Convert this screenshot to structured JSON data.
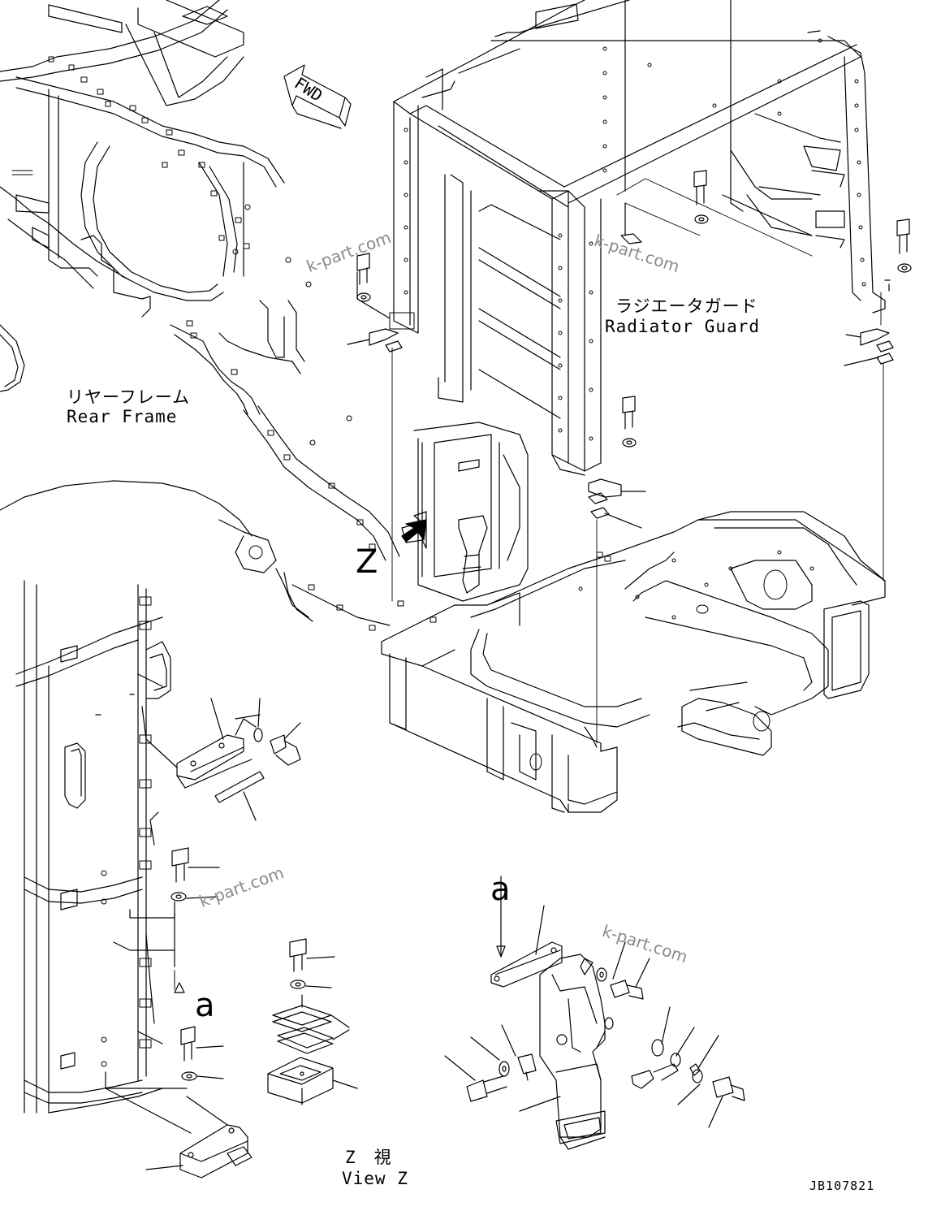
{
  "labels": {
    "fwd": "FWD",
    "radiator_guard_jp": "ラジエータガード",
    "radiator_guard_en": "Radiator Guard",
    "rear_frame_jp": "リヤーフレーム",
    "rear_frame_en": "Rear Frame",
    "view_marker": "Z",
    "view_z_jp": "Z　視",
    "view_z_en": "View Z",
    "detail_a_upper": "a",
    "detail_a_lower": "a",
    "drawing_number": "JB107821"
  },
  "watermarks": [
    "k-part.com",
    "k-part.com",
    "k-part.com",
    "k-part.com"
  ],
  "colors": {
    "line": "#000000",
    "watermark": "#8a8a8a",
    "background": "#ffffff"
  }
}
